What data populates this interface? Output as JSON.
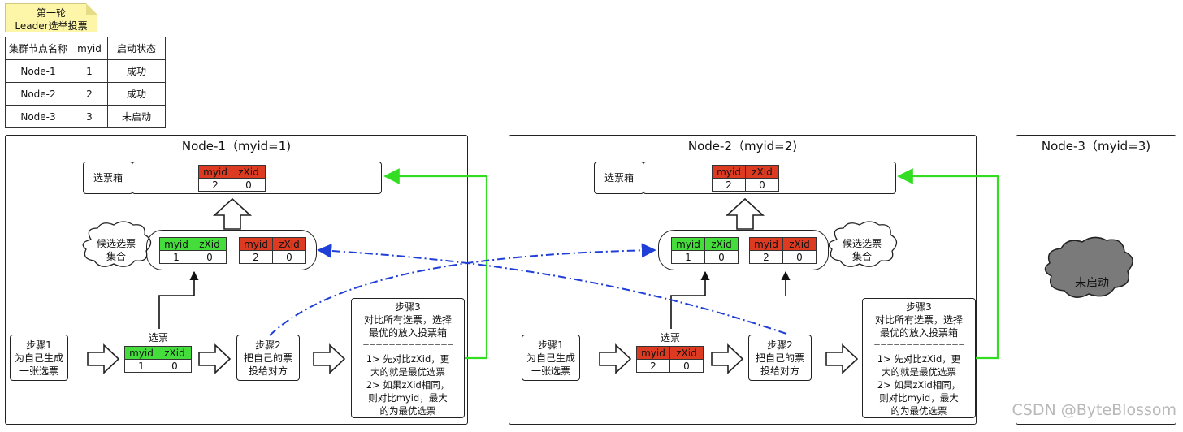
{
  "note": {
    "line1": "第一轮",
    "line2": "Leader选举投票"
  },
  "table": {
    "headers": [
      "集群节点名称",
      "myid",
      "启动状态"
    ],
    "rows": [
      [
        "Node-1",
        "1",
        "成功"
      ],
      [
        "Node-2",
        "2",
        "成功"
      ],
      [
        "Node-3",
        "3",
        "未启动"
      ]
    ]
  },
  "node1": {
    "title": "Node-1（myid=1)",
    "ballot_box_label": "选票箱",
    "ballot_box_vote": {
      "myid": "2",
      "zxid": "0"
    },
    "candidate_label": [
      "候选选票",
      "集合"
    ],
    "candidates": [
      {
        "myid": "1",
        "zxid": "0"
      },
      {
        "myid": "2",
        "zxid": "0"
      }
    ],
    "step1": [
      "步骤1",
      "为自己生成",
      "一张选票"
    ],
    "vote_label": "选票",
    "own_vote": {
      "myid": "1",
      "zxid": "0"
    },
    "step2": [
      "步骤2",
      "把自己的票",
      "投给对方"
    ]
  },
  "node2": {
    "title": "Node-2（myid=2)",
    "ballot_box_label": "选票箱",
    "ballot_box_vote": {
      "myid": "2",
      "zxid": "0"
    },
    "candidate_label": [
      "候选选票",
      "集合"
    ],
    "candidates": [
      {
        "myid": "1",
        "zxid": "0"
      },
      {
        "myid": "2",
        "zxid": "0"
      }
    ],
    "step1": [
      "步骤1",
      "为自己生成",
      "一张选票"
    ],
    "vote_label": "选票",
    "own_vote": {
      "myid": "2",
      "zxid": "0"
    },
    "step2": [
      "步骤2",
      "把自己的票",
      "投给对方"
    ]
  },
  "step3": {
    "title": "步骤3",
    "line1": "对比所有选票，选择",
    "line2": "最优的放入投票箱",
    "sep": "－－－－－－－－－－－－－－",
    "r1": "1> 先对比zXid，更",
    "r2": "大的就是最优选票",
    "r3": "2> 如果zXid相同，",
    "r4": "则对比myid，最大",
    "r5": "的为最优选票"
  },
  "vote_headers": {
    "myid": "myid",
    "zxid": "zXid"
  },
  "node3": {
    "title": "Node-3（myid=3)",
    "status": "未启动"
  },
  "watermark": "CSDN @ByteBlossom",
  "colors": {
    "green": "#44dd3c",
    "red": "#dd3a22",
    "blue_arrow": "#1f3fd6",
    "green_arrow": "#33dd22",
    "cloud_gray": "#7a7a7a"
  }
}
